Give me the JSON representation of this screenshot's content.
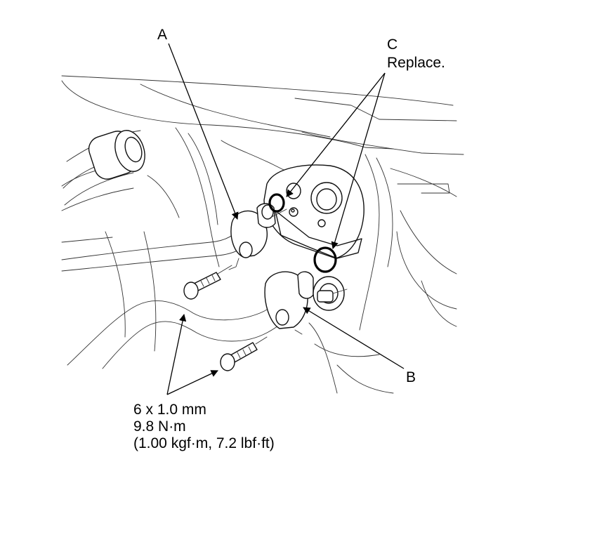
{
  "labels": {
    "a": "A",
    "b": "B",
    "c": "C",
    "c_note": "Replace.",
    "spec_size": "6 x 1.0 mm",
    "spec_torque": "9.8 N·m",
    "spec_alt": "(1.00 kgf·m, 7.2 lbf·ft)"
  },
  "colors": {
    "line": "#111111",
    "background": "#ffffff"
  }
}
